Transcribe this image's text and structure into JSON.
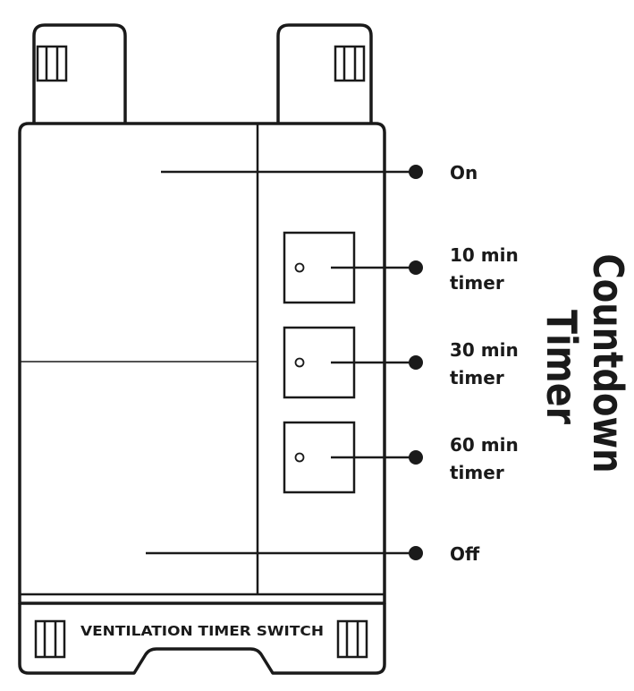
{
  "labels": {
    "on": "On",
    "off": "Off",
    "timer_10_line1": "10 min",
    "timer_10_line2": "timer",
    "timer_30_line1": "30 min",
    "timer_30_line2": "timer",
    "timer_60_line1": "60 min",
    "timer_60_line2": "timer"
  },
  "footer_label": "VENTILATION TIMER SWITCH",
  "side_label": {
    "line1": "Countdown",
    "line2": "Timer"
  },
  "colors": {
    "stroke": "#1a1a1a",
    "background": "#ffffff"
  }
}
